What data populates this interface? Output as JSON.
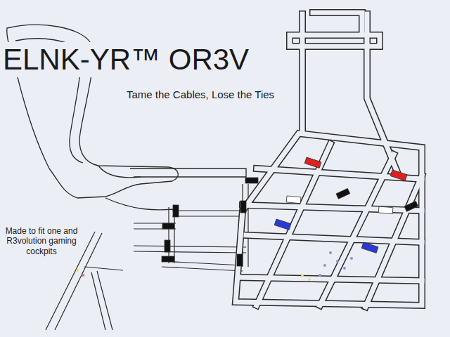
{
  "diagram": {
    "title": "ELNK-YR™ OR3V",
    "labels": [
      "Tame the Cables, Lose the Ties",
      "Made to fit one and R3volution gaming cockpits"
    ]
  }
}
